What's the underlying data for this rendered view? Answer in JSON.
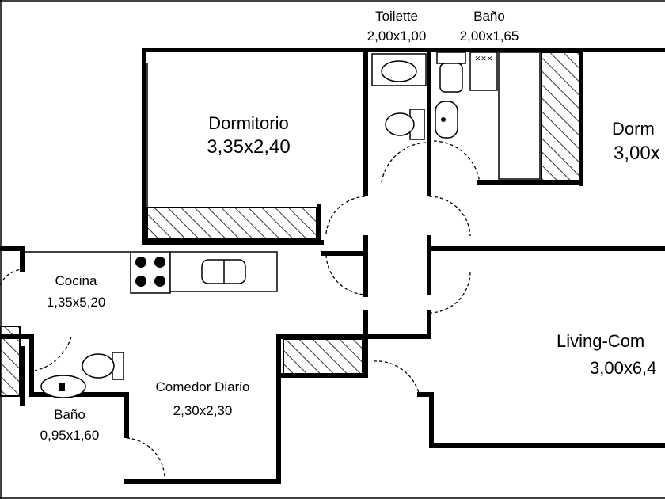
{
  "rooms": {
    "toilette": {
      "name": "Toilette",
      "dims": "2,00x1,00"
    },
    "bano_top": {
      "name": "Baño",
      "dims": "2,00x1,65"
    },
    "dormitorio_1": {
      "name": "Dormitorio",
      "dims": "3,35x2,40"
    },
    "dormitorio_2": {
      "name": "Dorm",
      "dims": "3,00x"
    },
    "cocina": {
      "name": "Cocina",
      "dims": "1,35x5,20"
    },
    "bano_bottom": {
      "name": "Baño",
      "dims": "0,95x1,60"
    },
    "comedor_diario": {
      "name": "Comedor Diario",
      "dims": "2,30x2,30"
    },
    "living": {
      "name": "Living-Com",
      "dims": "3,00x6,4"
    }
  }
}
